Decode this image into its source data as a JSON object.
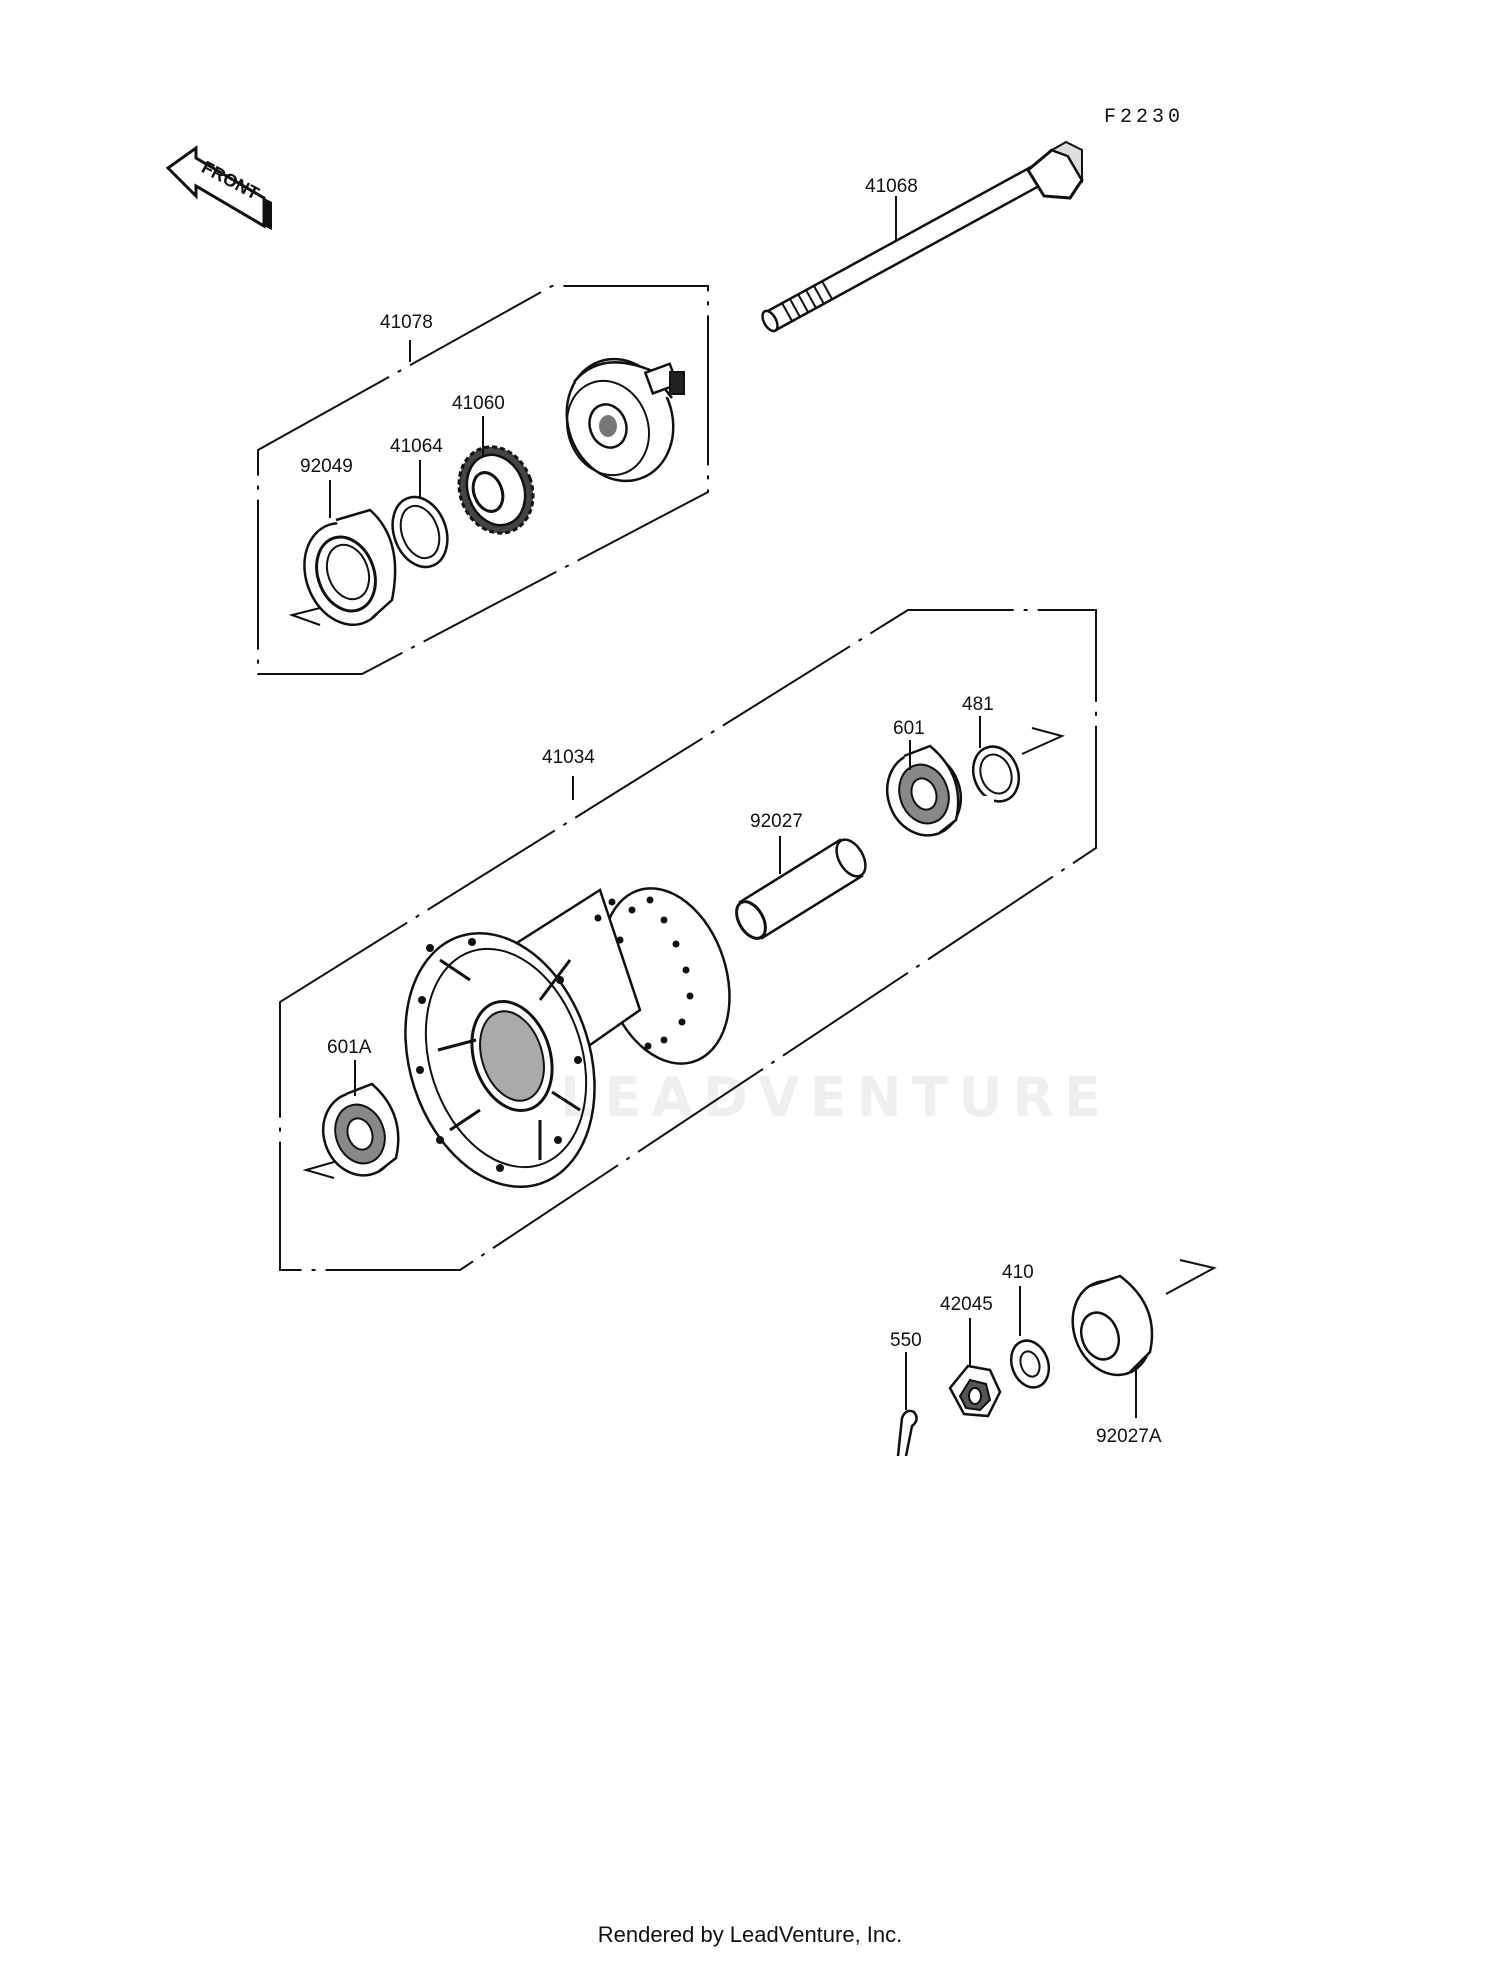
{
  "diagram_code": "F2230",
  "front_label": "FRONT",
  "watermark_text": "LEADVENTURE",
  "footer_text": "Rendered by LeadVenture, Inc.",
  "parts": {
    "axle": "41068",
    "gear_housing_assy": "41078",
    "gear": "41060",
    "retainer": "41064",
    "seal": "92049",
    "hub": "41034",
    "bearing_right": "601",
    "circlip": "481",
    "spacer": "92027",
    "bearing_left": "601A",
    "collar": "92027A",
    "washer": "410",
    "nut": "42045",
    "cotter_pin": "550"
  }
}
